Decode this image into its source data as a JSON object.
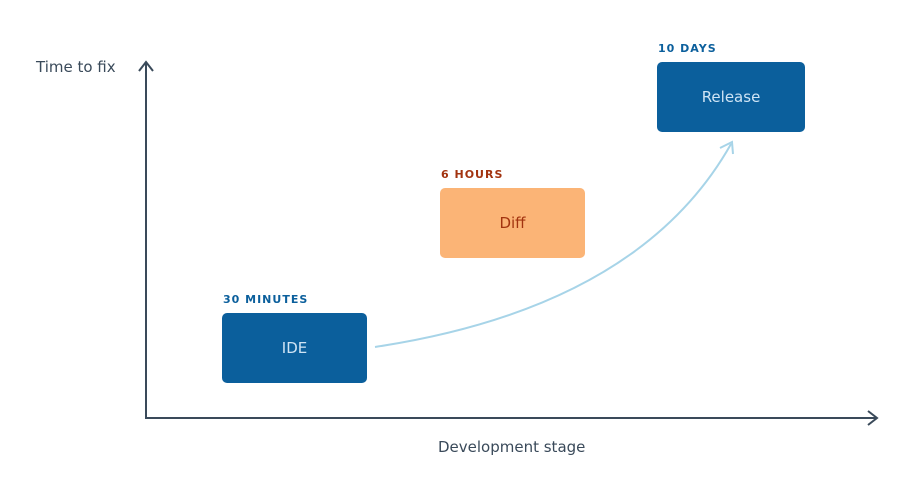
{
  "axes": {
    "y_label": "Time to fix",
    "x_label": "Development stage"
  },
  "stages": [
    {
      "name": "IDE",
      "time": "30 MINUTES",
      "box_color": "#0b5f9c",
      "text_color": "#cfe4f5",
      "time_color": "#0b5f9c"
    },
    {
      "name": "Diff",
      "time": "6 HOURS",
      "box_color": "#fbb476",
      "text_color": "#a2330f",
      "time_color": "#a2330f"
    },
    {
      "name": "Release",
      "time": "10 DAYS",
      "box_color": "#0b5f9c",
      "text_color": "#cfe4f5",
      "time_color": "#0b5f9c"
    }
  ],
  "colors": {
    "axis": "#3a4a5a",
    "curve": "#a7d4e8"
  }
}
